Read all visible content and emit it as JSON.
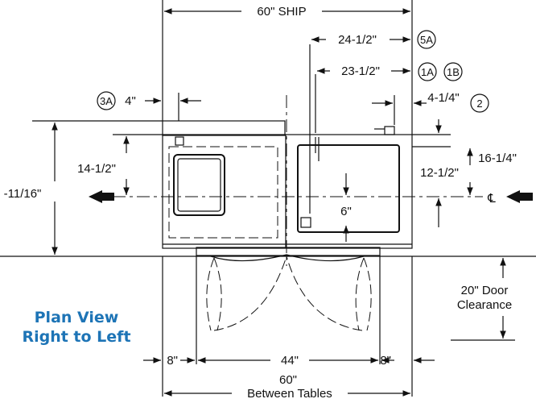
{
  "title": {
    "line1": "Plan View",
    "line2": "Right to Left",
    "color": "#1d74b6"
  },
  "dimensions": {
    "ship_width": "60\" SHIP",
    "d_24_5": "24-1/2\"",
    "d_23_5": "23-1/2\"",
    "d_4": "4\"",
    "d_4_25": "4-1/4\"",
    "d_16_25": "16-1/4\"",
    "d_14_5": "14-1/2\"",
    "d_12_5": "12-1/2\"",
    "d_11_16": "-11/16\"",
    "d_6": "6\"",
    "door_clearance_1": "20\" Door",
    "door_clearance_2": "Clearance",
    "d_8_left": "8\"",
    "d_44": "44\"",
    "d_8_right": "8\"",
    "between_1": "60\"",
    "between_2": "Between Tables"
  },
  "callouts": {
    "c5a": "5A",
    "c1a": "1A",
    "c1b": "1B",
    "c3a": "3A",
    "c2": "2"
  },
  "centerline": "℄"
}
